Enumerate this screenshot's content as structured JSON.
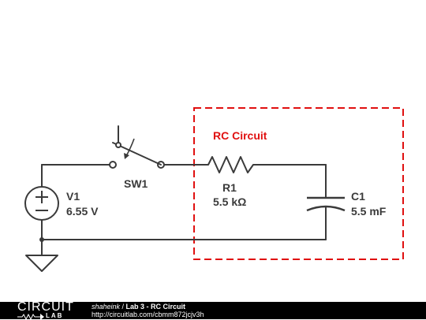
{
  "circuit": {
    "box_title": "RC Circuit",
    "source": {
      "name": "V1",
      "value": "6.55 V",
      "plus": "+",
      "minus": "−"
    },
    "switch": {
      "name": "SW1"
    },
    "resistor": {
      "name": "R1",
      "value": "5.5 kΩ"
    },
    "capacitor": {
      "name": "C1",
      "value": "5.5 mF"
    }
  },
  "footer": {
    "logo_top": "CIRCUIT",
    "logo_bottom": "LAB",
    "author": "shaheink",
    "separator": " / ",
    "project": "Lab 3 - RC Circuit",
    "url": "http://circuitlab.com/cbmm872jcjv3h"
  },
  "colors": {
    "wire": "#3a3a3a",
    "box": "#e01010",
    "footer_bg": "#000000",
    "footer_text": "#ffffff"
  }
}
